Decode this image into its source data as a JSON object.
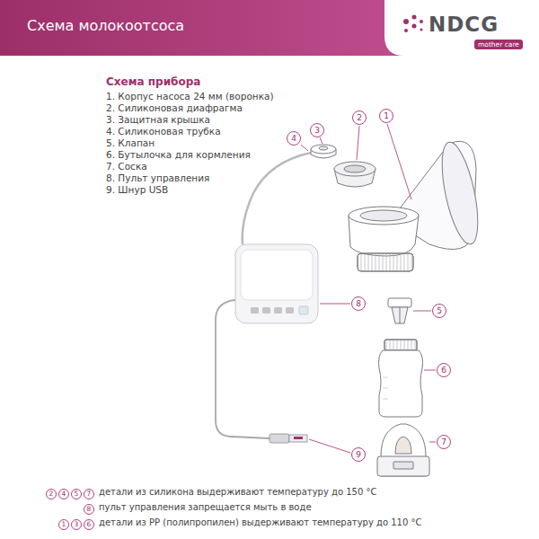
{
  "diagram": {
    "title": "Схема молокоотсоса",
    "nodes": [
      {
        "text": [
          "mother care"
        ]
      }
    ],
    "labels": [
      "NDCG",
      "Схема прибора",
      "1. Корпус насоса 24 мм (воронка)",
      "2. Силиконовая диафрагма",
      "3. Защитная крышка",
      "4. Силиконовая трубка",
      "5. Клапан",
      "6. Бутылочка для кормления",
      "7. Соска",
      "8. Пульт управления",
      "9. Шнур USB",
      "3",
      "2",
      "1",
      "4",
      "8",
      "5",
      "6",
      "9",
      "7",
      "2",
      "4",
      "5",
      "7",
      "детали из силикона выдерживают температуру до 150 °C",
      "8",
      "пульт управления запрещается мыть в воде",
      "1",
      "3",
      "6",
      "детали из PP (полипропилен) выдерживают температуру до 110 °C"
    ]
  }
}
